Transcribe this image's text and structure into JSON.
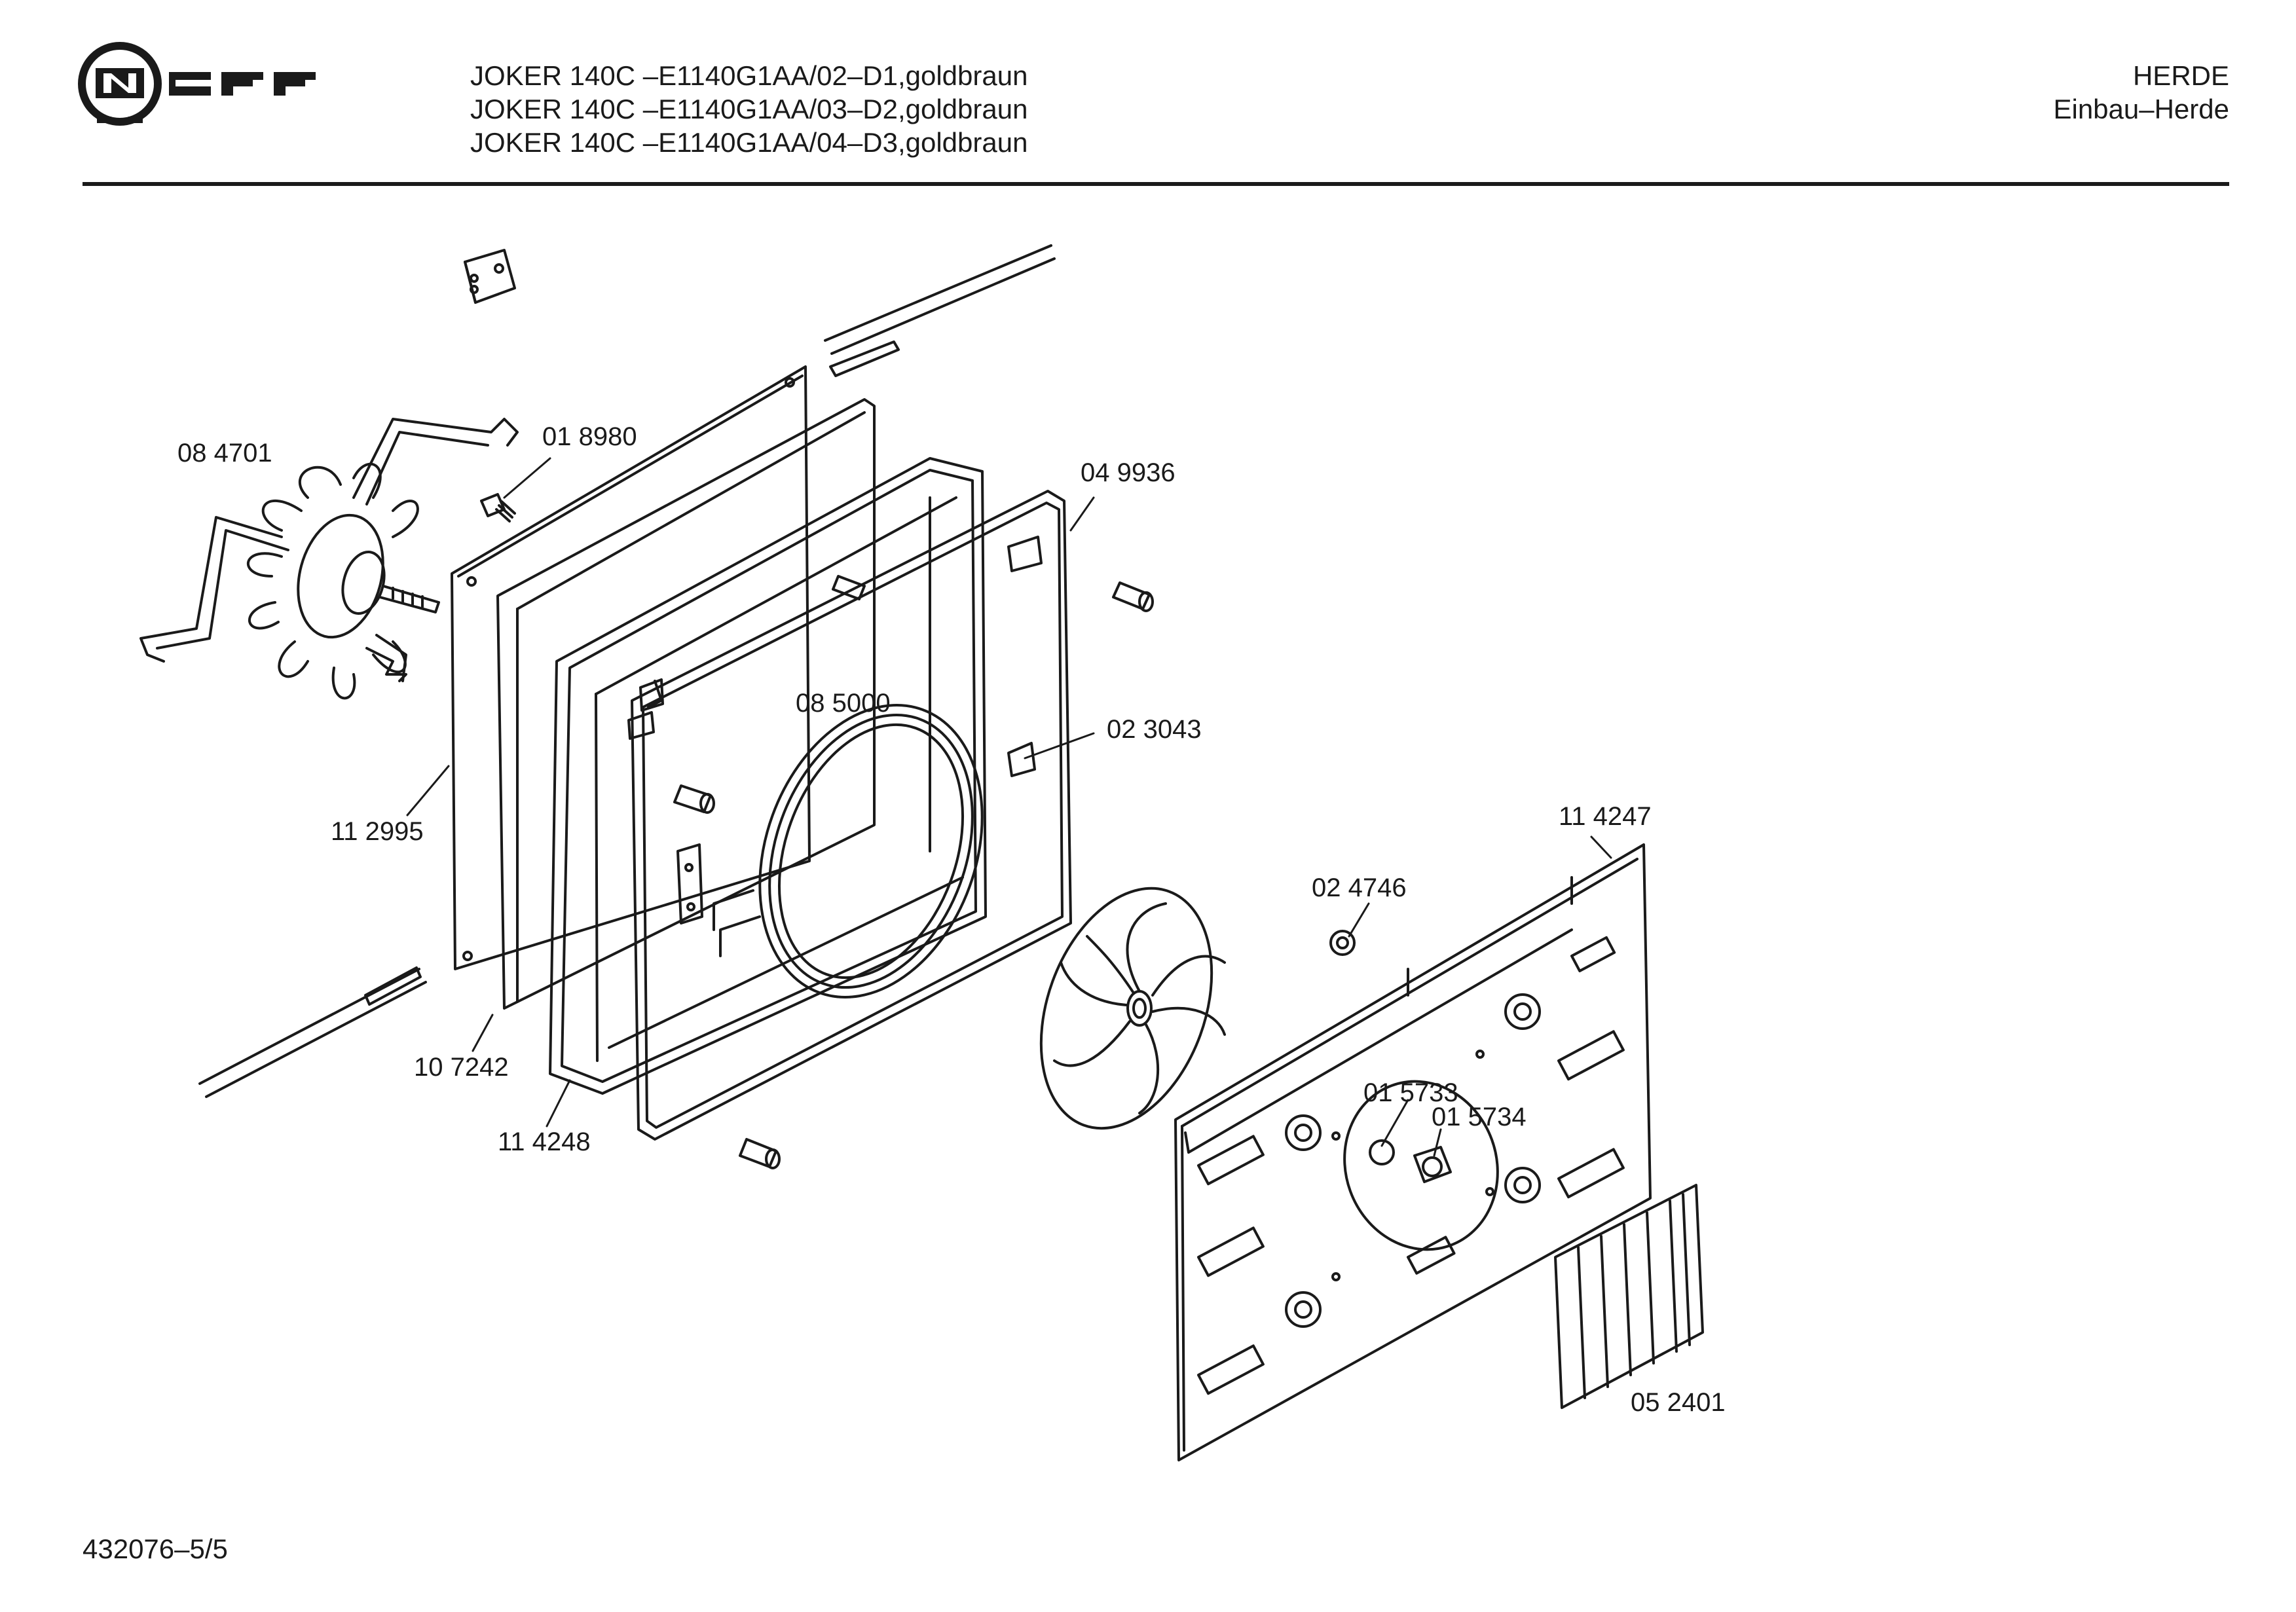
{
  "brand": "NEFF",
  "header": {
    "models": [
      "JOKER 140C –E1140G1AA/02–D1,goldbraun",
      "JOKER 140C –E1140G1AA/03–D2,goldbraun",
      "JOKER 140C –E1140G1AA/04–D3,goldbraun"
    ],
    "category": "HERDE",
    "subcategory": "Einbau–Herde"
  },
  "parts": {
    "p084701": "08 4701",
    "p018980": "01 8980",
    "p049936": "04 9936",
    "p085000": "08 5000",
    "p023043": "02 3043",
    "p112995": "11 2995",
    "p107242": "10 7242",
    "p114248": "11 4248",
    "p114247": "11 4247",
    "p024746": "02 4746",
    "p015733": "01 5733",
    "p015734": "01 5734",
    "p052401": "05 2401"
  },
  "footer": {
    "doc_number": "432076–5/5"
  }
}
